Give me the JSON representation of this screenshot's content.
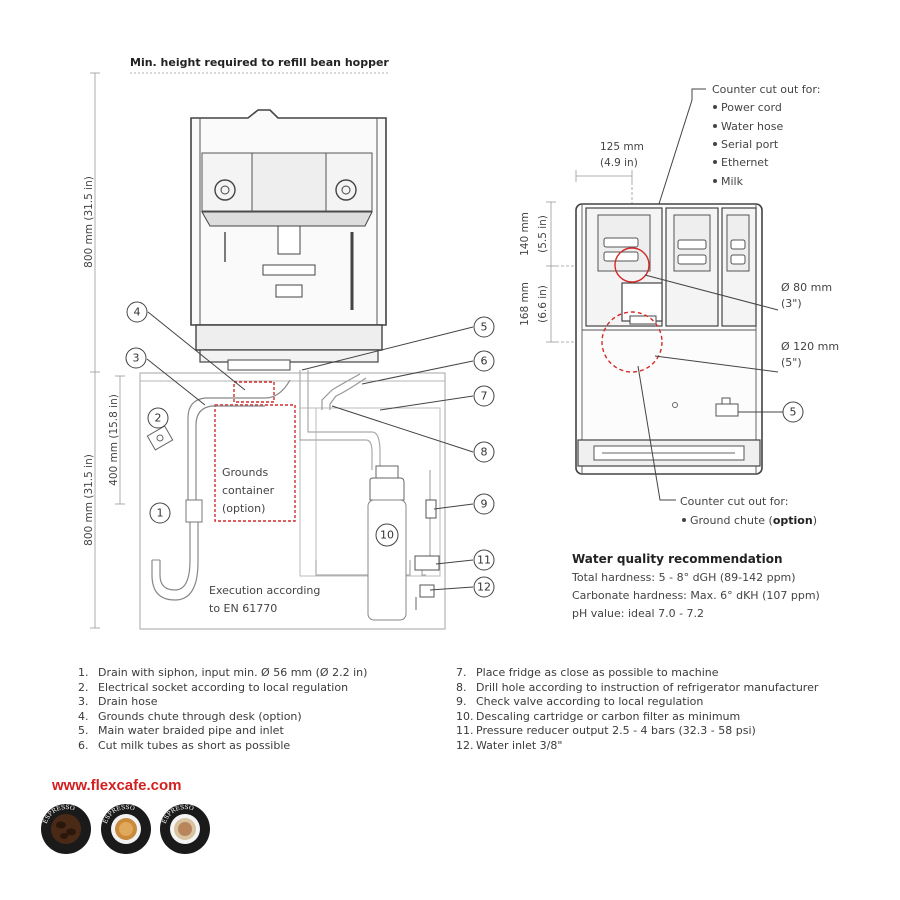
{
  "header": {
    "min_height_label": "Min. height required to refill bean hopper"
  },
  "dimensions": {
    "machine_height": "800 mm (31.5 in)",
    "counter_height": "800 mm (31.5 in)",
    "cabinet_height": "400 mm (15.8 in)",
    "width_mm": "125 mm",
    "width_in": "(4.9 in)",
    "h140_mm": "140 mm",
    "h140_in": "(5.5 in)",
    "h168_mm": "168 mm",
    "h168_in": "(6.6 in)",
    "d80_mm": "Ø 80 mm",
    "d80_in": "(3\")",
    "d120_mm": "Ø 120 mm",
    "d120_in": "(5\")"
  },
  "labels": {
    "grounds_l1": "Grounds",
    "grounds_l2": "container",
    "grounds_l3": "(option)",
    "exec_l1": "Execution according",
    "exec_l2": "to EN 61770"
  },
  "callouts": [
    "1",
    "2",
    "3",
    "4",
    "5",
    "6",
    "7",
    "8",
    "9",
    "10",
    "11",
    "12"
  ],
  "counter_cutout": {
    "title": "Counter cut out for:",
    "items": [
      "Power cord",
      "Water hose",
      "Serial port",
      "Ethernet",
      "Milk"
    ]
  },
  "ground_cutout": {
    "title": "Counter cut out for:",
    "item_prefix": "Ground chute (",
    "item_bold": "option",
    "item_suffix": ")"
  },
  "water_quality": {
    "title": "Water quality recommendation",
    "rows": [
      "Total hardness: 5 - 8° dGH (89-142 ppm)",
      "Carbonate hardness: Max. 6° dKH (107 ppm)",
      "pH value: ideal 7.0 - 7.2"
    ]
  },
  "legend_left": [
    {
      "n": "1.",
      "t": "Drain with siphon, input min. Ø 56 mm (Ø 2.2 in)"
    },
    {
      "n": "2.",
      "t": "Electrical socket according to local regulation"
    },
    {
      "n": "3.",
      "t": "Drain hose"
    },
    {
      "n": "4.",
      "t": "Grounds chute through desk (option)"
    },
    {
      "n": "5.",
      "t": "Main water braided pipe and inlet"
    },
    {
      "n": "6.",
      "t": "Cut milk tubes as short as possible"
    }
  ],
  "legend_right": [
    {
      "n": "7.",
      "t": "Place fridge as close as possible to machine"
    },
    {
      "n": "8.",
      "t": "Drill hole according to instruction of refrigerator manufacturer"
    },
    {
      "n": "9.",
      "t": "Check valve according to local regulation"
    },
    {
      "n": "10.",
      "t": "Descaling cartridge or carbon filter as minimum"
    },
    {
      "n": "11.",
      "t": "Pressure reducer output 2.5 - 4 bars (32.3 - 58 psi)"
    },
    {
      "n": "12.",
      "t": "Water inlet 3/8\""
    }
  ],
  "footer": {
    "site": "www.flexcafe.com",
    "badge_text": [
      "ESPRESSO",
      "ESPRESSO",
      "ESPRESSO"
    ]
  }
}
